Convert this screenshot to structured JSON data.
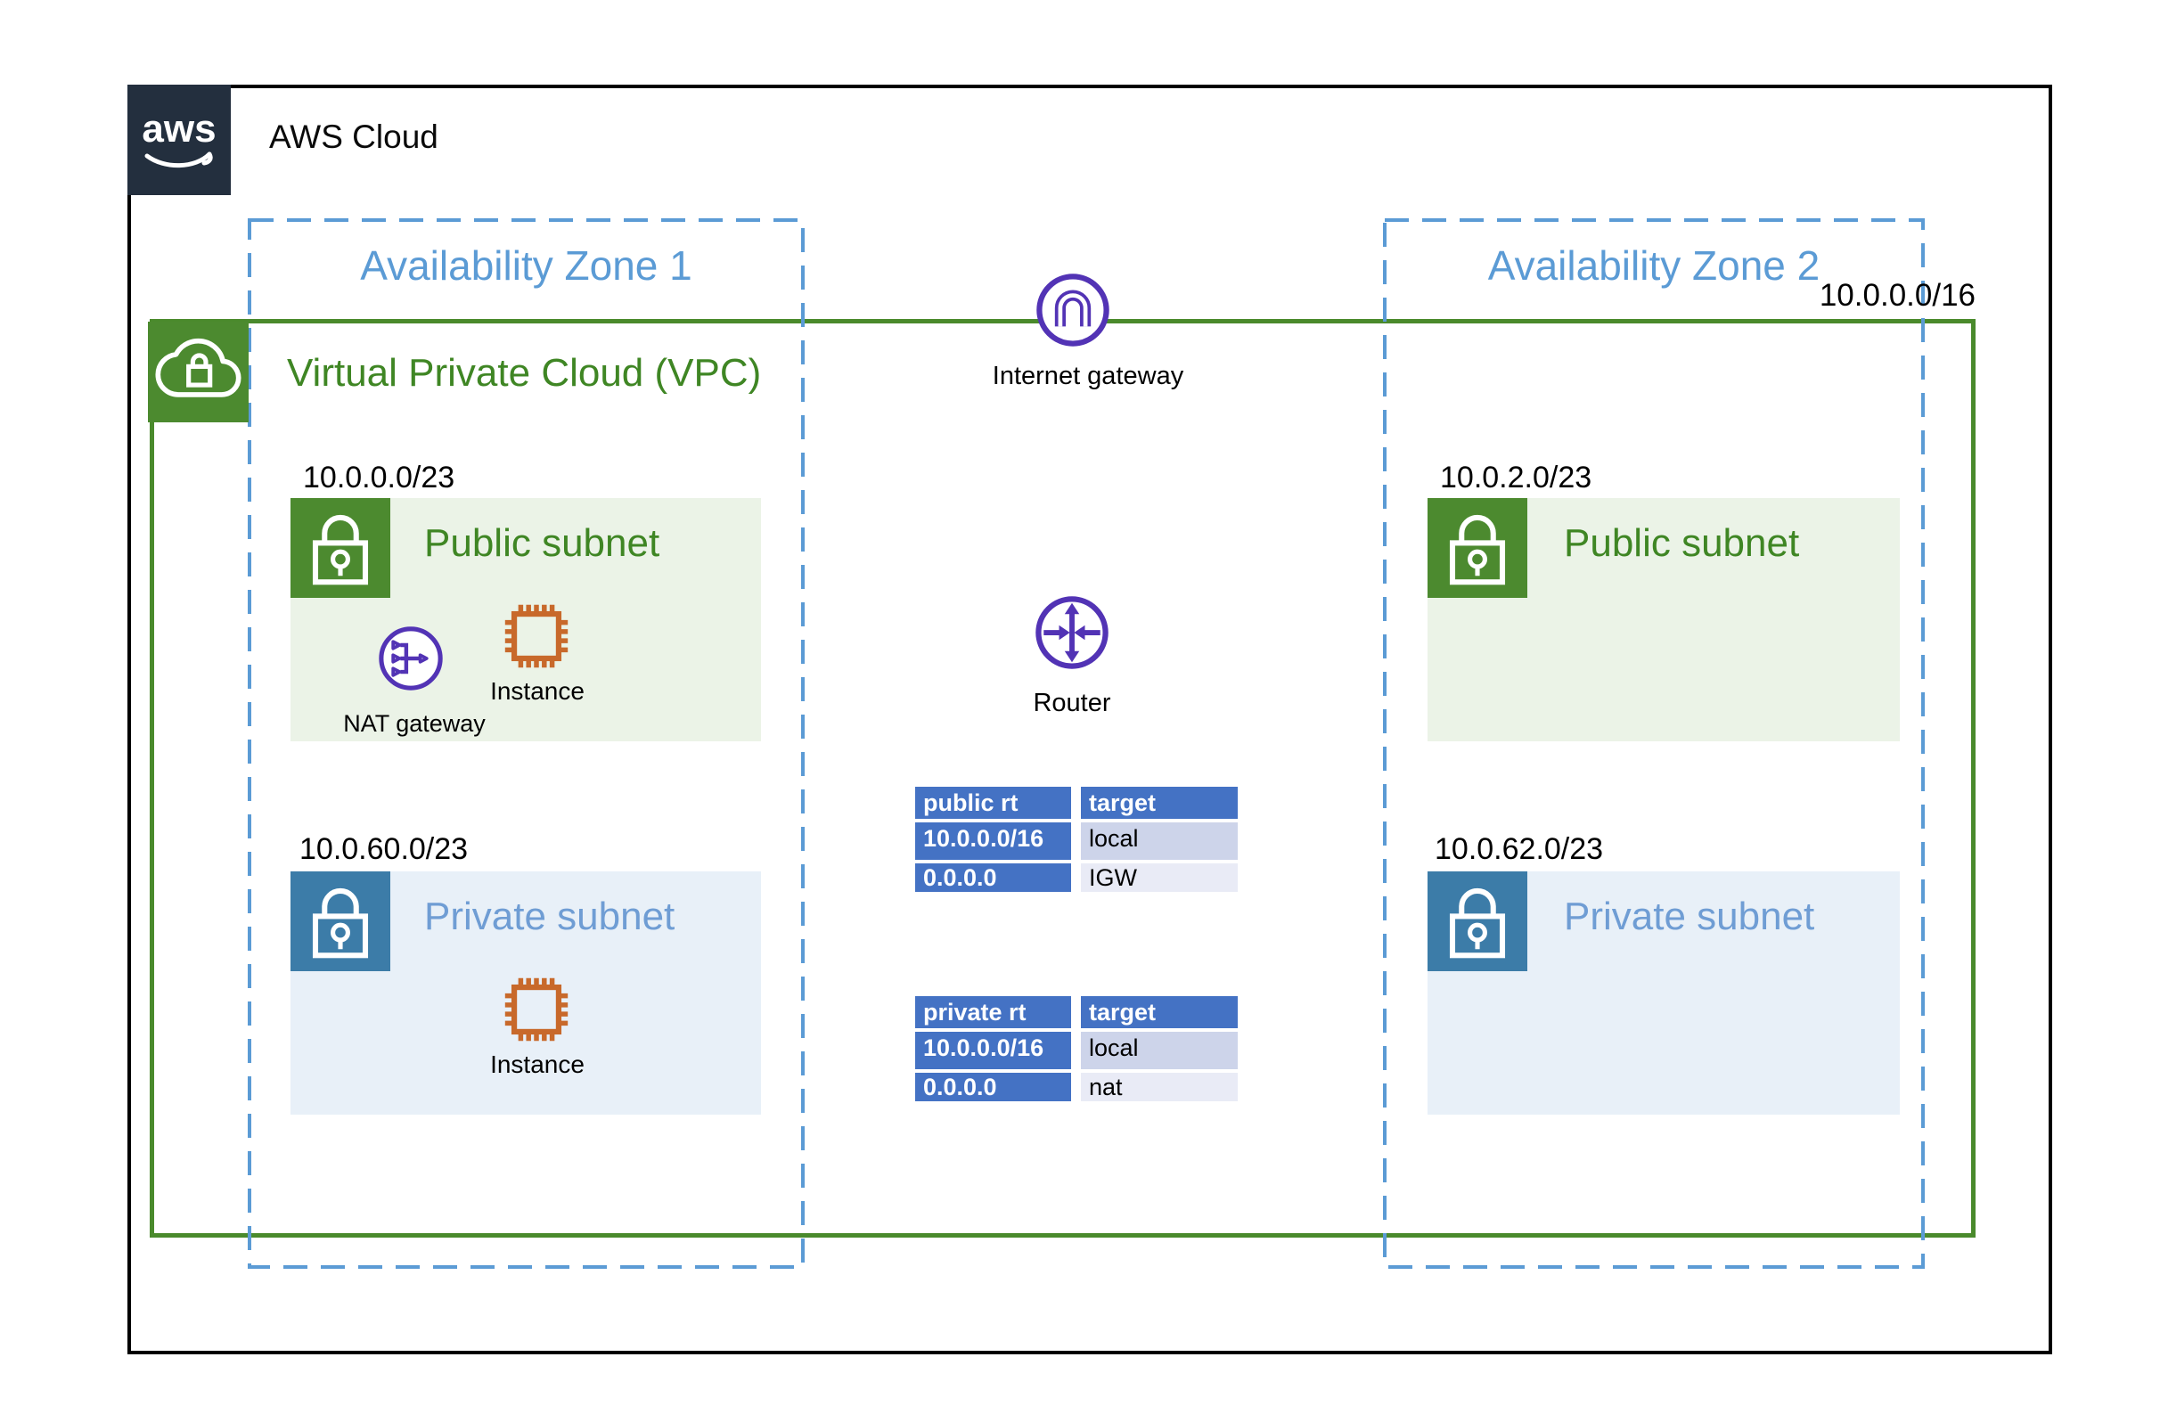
{
  "header": {
    "logo_text": "aws",
    "title": "AWS Cloud"
  },
  "zones": [
    {
      "label": "Availability Zone 1"
    },
    {
      "label": "Availability Zone 2"
    }
  ],
  "vpc": {
    "label": "Virtual Private Cloud (VPC)",
    "cidr": "10.0.0.0/16"
  },
  "subnets": [
    {
      "type": "public",
      "title": "Public subnet",
      "cidr": "10.0.0.0/23"
    },
    {
      "type": "private",
      "title": "Private subnet",
      "cidr": "10.0.60.0/23"
    },
    {
      "type": "public",
      "title": "Public subnet",
      "cidr": "10.0.2.0/23"
    },
    {
      "type": "private",
      "title": "Private subnet",
      "cidr": "10.0.62.0/23"
    }
  ],
  "icons": {
    "internet_gateway": "Internet gateway",
    "router": "Router",
    "nat_gateway": "NAT gateway",
    "instance": "Instance"
  },
  "route_tables": [
    {
      "name_header": "public rt",
      "target_header": "target",
      "rows": [
        [
          "10.0.0.0/16",
          "local"
        ],
        [
          "0.0.0.0",
          "IGW"
        ]
      ]
    },
    {
      "name_header": "private rt",
      "target_header": "target",
      "rows": [
        [
          "10.0.0.0/16",
          "local"
        ],
        [
          "0.0.0.0",
          "nat"
        ]
      ]
    }
  ],
  "colors": {
    "logo_bg": "#232F3E",
    "vpc_green": "#3F8624",
    "vpc_border": "#4A8A2C",
    "subnet_public_bg": "#EBF3E7",
    "subnet_private_bg": "#E8F0F8",
    "lock_public": "#4C8A2F",
    "lock_private": "#3C7CA8",
    "az_blue": "#5B9BD5",
    "private_title_blue": "#6F9DD4",
    "icon_purple": "#5233B5",
    "instance_orange": "#C8692B",
    "table_header_blue": "#4472C4",
    "table_row1_bg": "#CDD4EA",
    "table_row2_bg": "#E9EBF6"
  }
}
